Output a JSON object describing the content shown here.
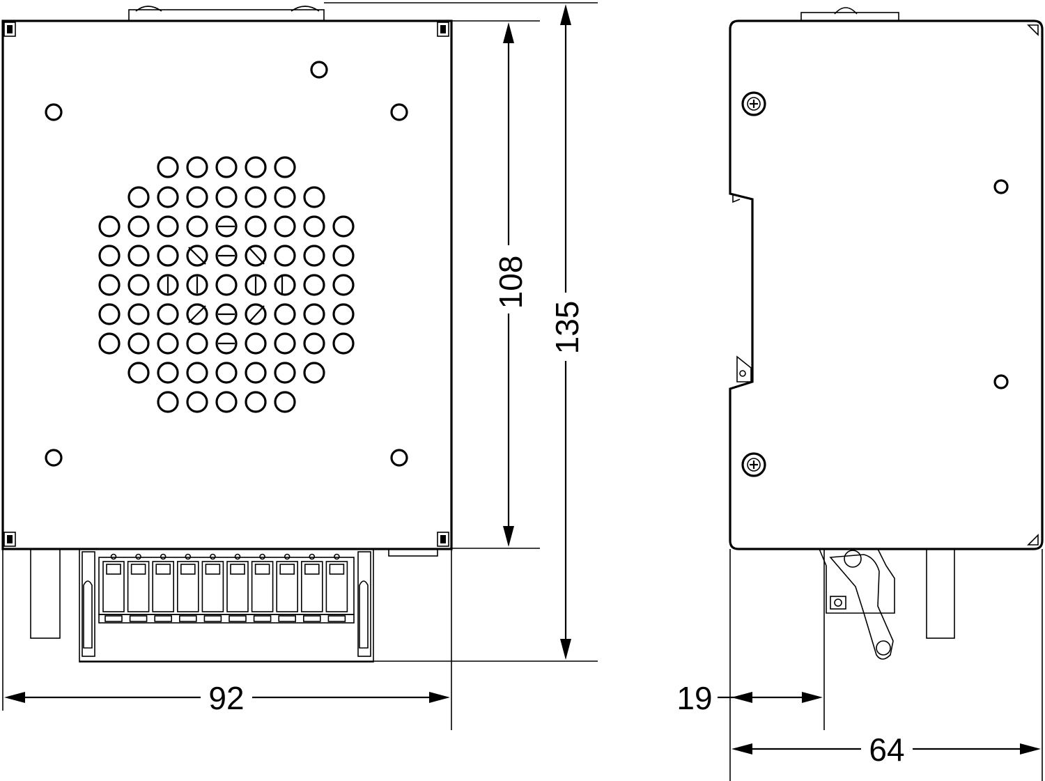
{
  "front_view": {
    "dimensions": {
      "height_inner": "108",
      "height_total": "135",
      "width": "92"
    }
  },
  "side_view": {
    "dimensions": {
      "offset": "19",
      "depth": "64"
    }
  }
}
